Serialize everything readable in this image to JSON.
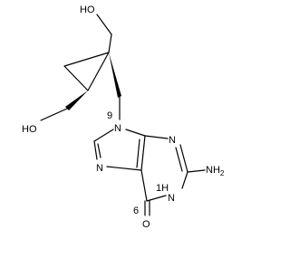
{
  "structure": {
    "labels": {
      "ho_top": "HO",
      "ho_left": "HO",
      "n9": "N",
      "n9_num": "9",
      "n7": "N",
      "n3": "N",
      "n1h": "N",
      "h_n1": "1H",
      "nh2": "NH",
      "nh2_sub": "2",
      "o6": "O",
      "o6_num": "6"
    }
  }
}
